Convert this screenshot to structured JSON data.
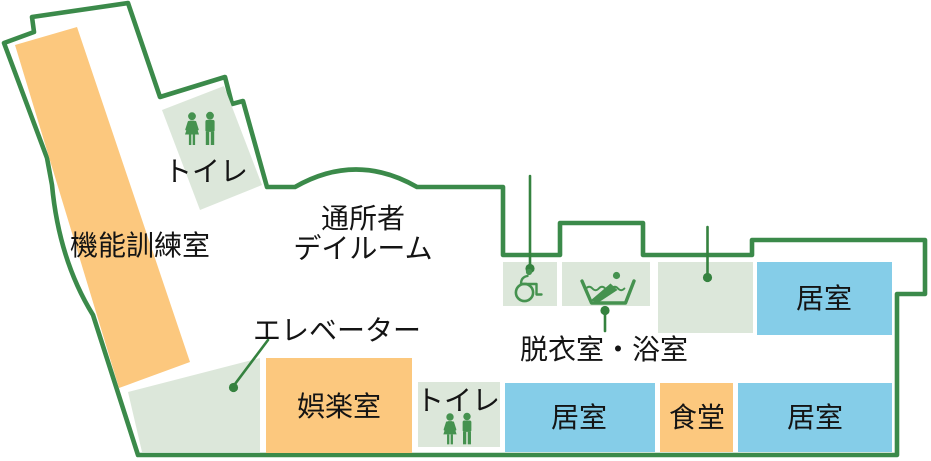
{
  "palette": {
    "outline": "#3B8A4A",
    "leader": "#35823F",
    "icon": "#45924F",
    "room_green": "#DCE7DA",
    "room_orange": "#FCC87E",
    "room_blue": "#85CDE8",
    "label_text": "#141414",
    "canvas_bg": "#FFFFFF"
  },
  "rooms": {
    "training": {
      "label": "機能訓練室",
      "color_key": "room_orange"
    },
    "toilet_upper": {
      "label": "トイレ",
      "color_key": "room_green"
    },
    "dayroom": {
      "label_line1": "通所者",
      "label_line2": "デイルーム",
      "color_key": "white"
    },
    "elevator": {
      "label": "エレベーター",
      "color_key": "room_green"
    },
    "recreation": {
      "label": "娯楽室",
      "color_key": "room_orange"
    },
    "toilet_lower": {
      "label": "トイレ",
      "color_key": "room_green"
    },
    "changing_bath": {
      "label": "脱衣室・浴室",
      "color_key": "room_green"
    },
    "living_right": {
      "label": "居室",
      "color_key": "room_blue"
    },
    "living_bottom_middle": {
      "label": "居室",
      "color_key": "room_blue"
    },
    "dining": {
      "label": "食堂",
      "color_key": "room_orange"
    },
    "living_bottom_right": {
      "label": "居室",
      "color_key": "room_blue"
    }
  },
  "icons": {
    "toilet_upper": "woman-man-restroom-icon",
    "toilet_lower": "woman-man-restroom-icon",
    "accessible_area": "wheelchair-icon",
    "bath_area": "bathtub-person-icon"
  }
}
